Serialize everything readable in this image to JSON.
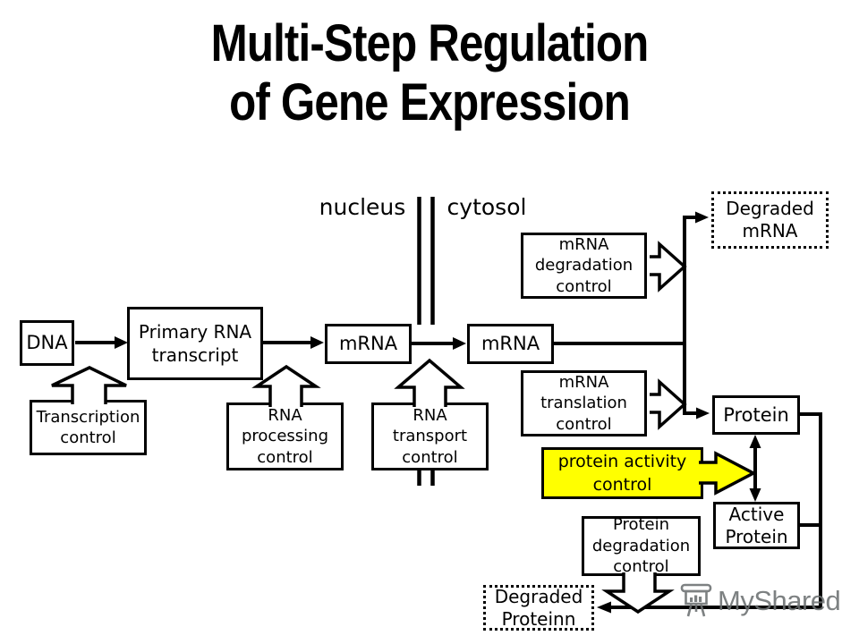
{
  "title": {
    "line1": "Multi-Step Regulation",
    "line2": "of Gene Expression"
  },
  "compartments": {
    "nucleus": "nucleus",
    "cytosol": "cytosol"
  },
  "nodes": {
    "dna": "DNA",
    "primary_rna": "Primary RNA\ntranscript",
    "mrna_nucleus": "mRNA",
    "mrna_cytosol": "mRNA",
    "protein": "Protein",
    "active_protein": "Active\nProtein",
    "degraded_mrna": "Degraded\nmRNA",
    "degraded_protein": "Degraded\nProteinn"
  },
  "controls": {
    "transcription": "Transcription\ncontrol",
    "rna_processing": "RNA\nprocessing\ncontrol",
    "rna_transport": "RNA\ntransport\ncontrol",
    "mrna_degradation": "mRNA\ndegradation\ncontrol",
    "mrna_translation": "mRNA\ntranslation\ncontrol",
    "protein_activity": "protein activity\ncontrol",
    "protein_degradation": "Protein\ndegradation\ncontrol"
  },
  "watermark": {
    "text": "MyShared",
    "icon": "presentation-screen-icon",
    "color": "#6C7071"
  },
  "colors": {
    "highlight_yellow": "#FFFF00",
    "ink": "#000000",
    "background": "#FFFFFF"
  }
}
